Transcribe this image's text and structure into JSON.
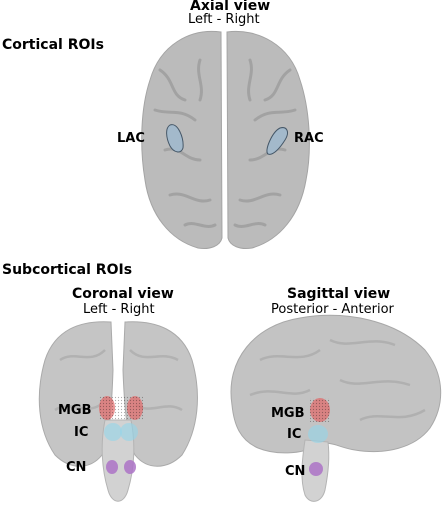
{
  "sections": {
    "cortical": "Cortical ROIs",
    "subcortical": "Subcortical ROIs"
  },
  "axial": {
    "title": "Axial view",
    "subtitle": "Left - Right",
    "labels": {
      "left": "LAC",
      "right": "RAC"
    }
  },
  "coronal": {
    "title": "Coronal view",
    "subtitle": "Left - Right",
    "labels": {
      "mgb": "MGB",
      "ic": "IC",
      "cn": "CN"
    }
  },
  "sagittal": {
    "title": "Sagittal view",
    "subtitle": "Posterior - Anterior",
    "labels": {
      "mgb": "MGB",
      "ic": "IC",
      "cn": "CN"
    }
  },
  "colors": {
    "brain": "#bdbdbd",
    "brain_dark": "#9a9a9a",
    "ac_roi": "#9fb6c9",
    "mgb_roi": "#e06060",
    "ic_roi": "#8ed3ea",
    "cn_roi": "#a86cc4"
  }
}
